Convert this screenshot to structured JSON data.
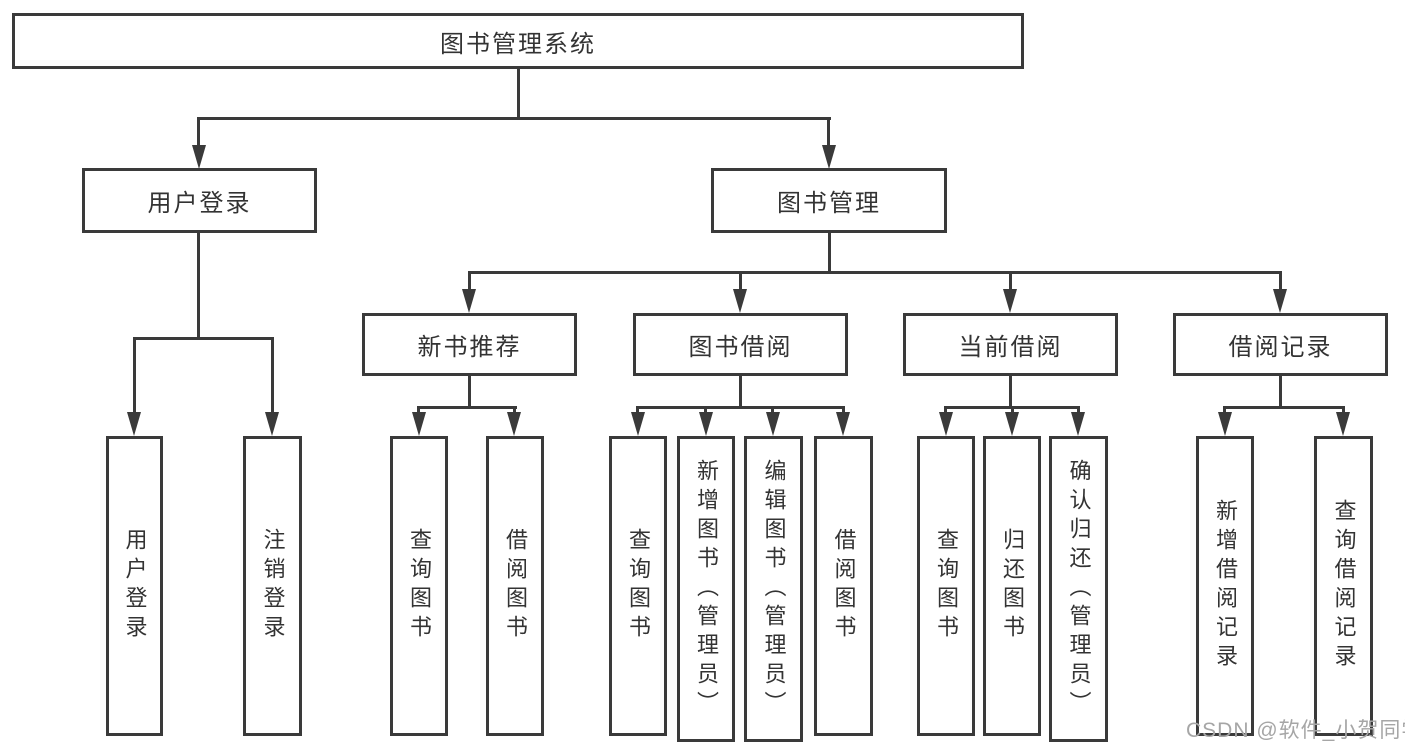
{
  "nodes": {
    "root": "图书管理系统",
    "user_login": "用户登录",
    "book_mgmt": "图书管理",
    "leaf_user_login": "用户登录",
    "leaf_logout": "注销登录",
    "new_book_rec": "新书推荐",
    "book_borrow": "图书借阅",
    "current_borrow": "当前借阅",
    "borrow_records": "借阅记录",
    "nb_query_books": "查询图书",
    "nb_borrow_books": "借阅图书",
    "bb_query_books": "查询图书",
    "bb_add_books": "新增图书（管理员）",
    "bb_edit_books": "编辑图书（管理员）",
    "bb_borrow_books": "借阅图书",
    "cb_query_books": "查询图书",
    "cb_return_books": "归还图书",
    "cb_confirm_return": "确认归还（管理员）",
    "br_add_record": "新增借阅记录",
    "br_query_record": "查询借阅记录"
  },
  "watermark": "CSDN @软件_小贺同学",
  "colors": {
    "line": "#3a3a3a",
    "text": "#333333",
    "watermark": "#a6a6a6",
    "background": "#ffffff"
  }
}
